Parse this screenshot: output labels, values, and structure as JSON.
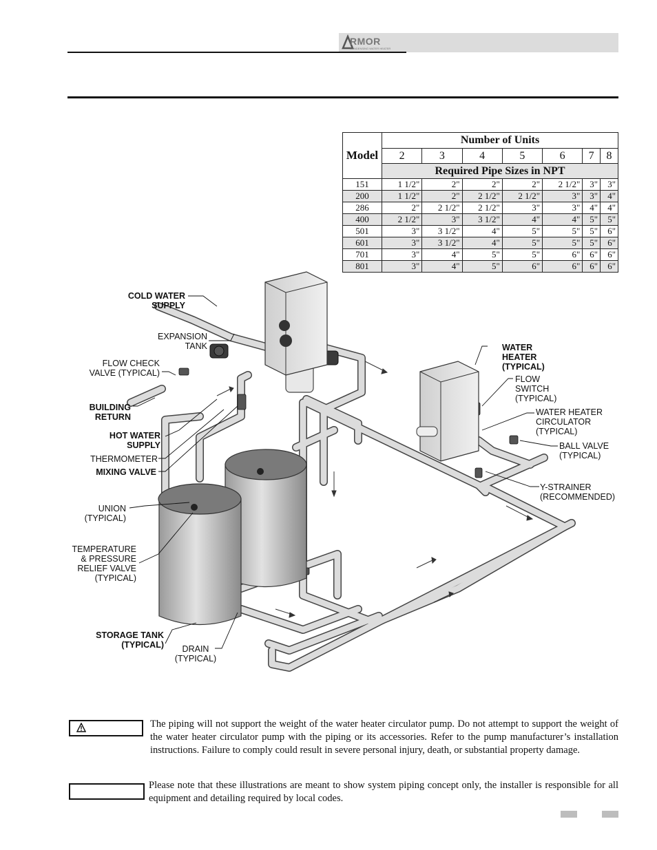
{
  "header": {
    "logo_text": "ARMOR",
    "logo_subtext": "CONDENSING WATER HEATER"
  },
  "table": {
    "model_label": "Model",
    "units_label": "Number of Units",
    "required_label": "Required Pipe Sizes in NPT",
    "unit_counts": [
      "2",
      "3",
      "4",
      "5",
      "6",
      "7",
      "8"
    ],
    "rows": [
      {
        "model": "151",
        "sizes": [
          "1 1/2\"",
          "2\"",
          "2\"",
          "2\"",
          "2 1/2\"",
          "3\"",
          "3\""
        ]
      },
      {
        "model": "200",
        "sizes": [
          "1 1/2\"",
          "2\"",
          "2 1/2\"",
          "2 1/2\"",
          "3\"",
          "3\"",
          "4\""
        ]
      },
      {
        "model": "286",
        "sizes": [
          "2\"",
          "2 1/2\"",
          "2 1/2\"",
          "3\"",
          "3\"",
          "4\"",
          "4\""
        ]
      },
      {
        "model": "400",
        "sizes": [
          "2 1/2\"",
          "3\"",
          "3 1/2\"",
          "4\"",
          "4\"",
          "5\"",
          "5\""
        ]
      },
      {
        "model": "501",
        "sizes": [
          "3\"",
          "3 1/2\"",
          "4\"",
          "5\"",
          "5\"",
          "5\"",
          "6\""
        ]
      },
      {
        "model": "601",
        "sizes": [
          "3\"",
          "3 1/2\"",
          "4\"",
          "5\"",
          "5\"",
          "5\"",
          "6\""
        ]
      },
      {
        "model": "701",
        "sizes": [
          "3\"",
          "4\"",
          "5\"",
          "5\"",
          "6\"",
          "6\"",
          "6\""
        ]
      },
      {
        "model": "801",
        "sizes": [
          "3\"",
          "4\"",
          "5\"",
          "6\"",
          "6\"",
          "6\"",
          "6\""
        ]
      }
    ]
  },
  "diagram": {
    "callouts": {
      "cold_water_supply": "COLD WATER\nSUPPLY",
      "expansion_tank": "EXPANSION\nTANK",
      "flow_check_valve": "FLOW CHECK\nVALVE (TYPICAL)",
      "building_return": "BUILDING\nRETURN",
      "hot_water_supply": "HOT WATER\nSUPPLY",
      "thermometer": "THERMOMETER",
      "mixing_valve": "MIXING VALVE",
      "union": "UNION\n(TYPICAL)",
      "tp_relief_valve": "TEMPERATURE\n& PRESSURE\nRELIEF VALVE\n(TYPICAL)",
      "storage_tank": "STORAGE TANK\n(TYPICAL)",
      "drain": "DRAIN\n(TYPICAL)",
      "water_heater": "WATER\nHEATER\n(TYPICAL)",
      "flow_switch": "FLOW\nSWITCH\n(TYPICAL)",
      "water_heater_circulator": "WATER HEATER\nCIRCULATOR\n(TYPICAL)",
      "ball_valve": "BALL VALVE\n(TYPICAL)",
      "y_strainer": "Y-STRAINER\n(RECOMMENDED)"
    }
  },
  "notes": {
    "warning_text": "The piping will not support the weight of the water heater circulator pump.  Do not attempt to support the weight of the water heater circulator pump with the piping or its accessories.  Refer to the pump manufacturer’s installation instructions.  Failure to comply could result in severe personal injury, death, or substantial property damage.",
    "notice_text": "Please note that these illustrations are meant to show system piping concept only, the installer is responsible for all equipment and detailing required by local codes."
  },
  "colors": {
    "header_bar": "#dcdcdc",
    "table_shade": "#e3e3e3",
    "pipe": "#d8d8d8",
    "tank": "#bfbfbf"
  }
}
